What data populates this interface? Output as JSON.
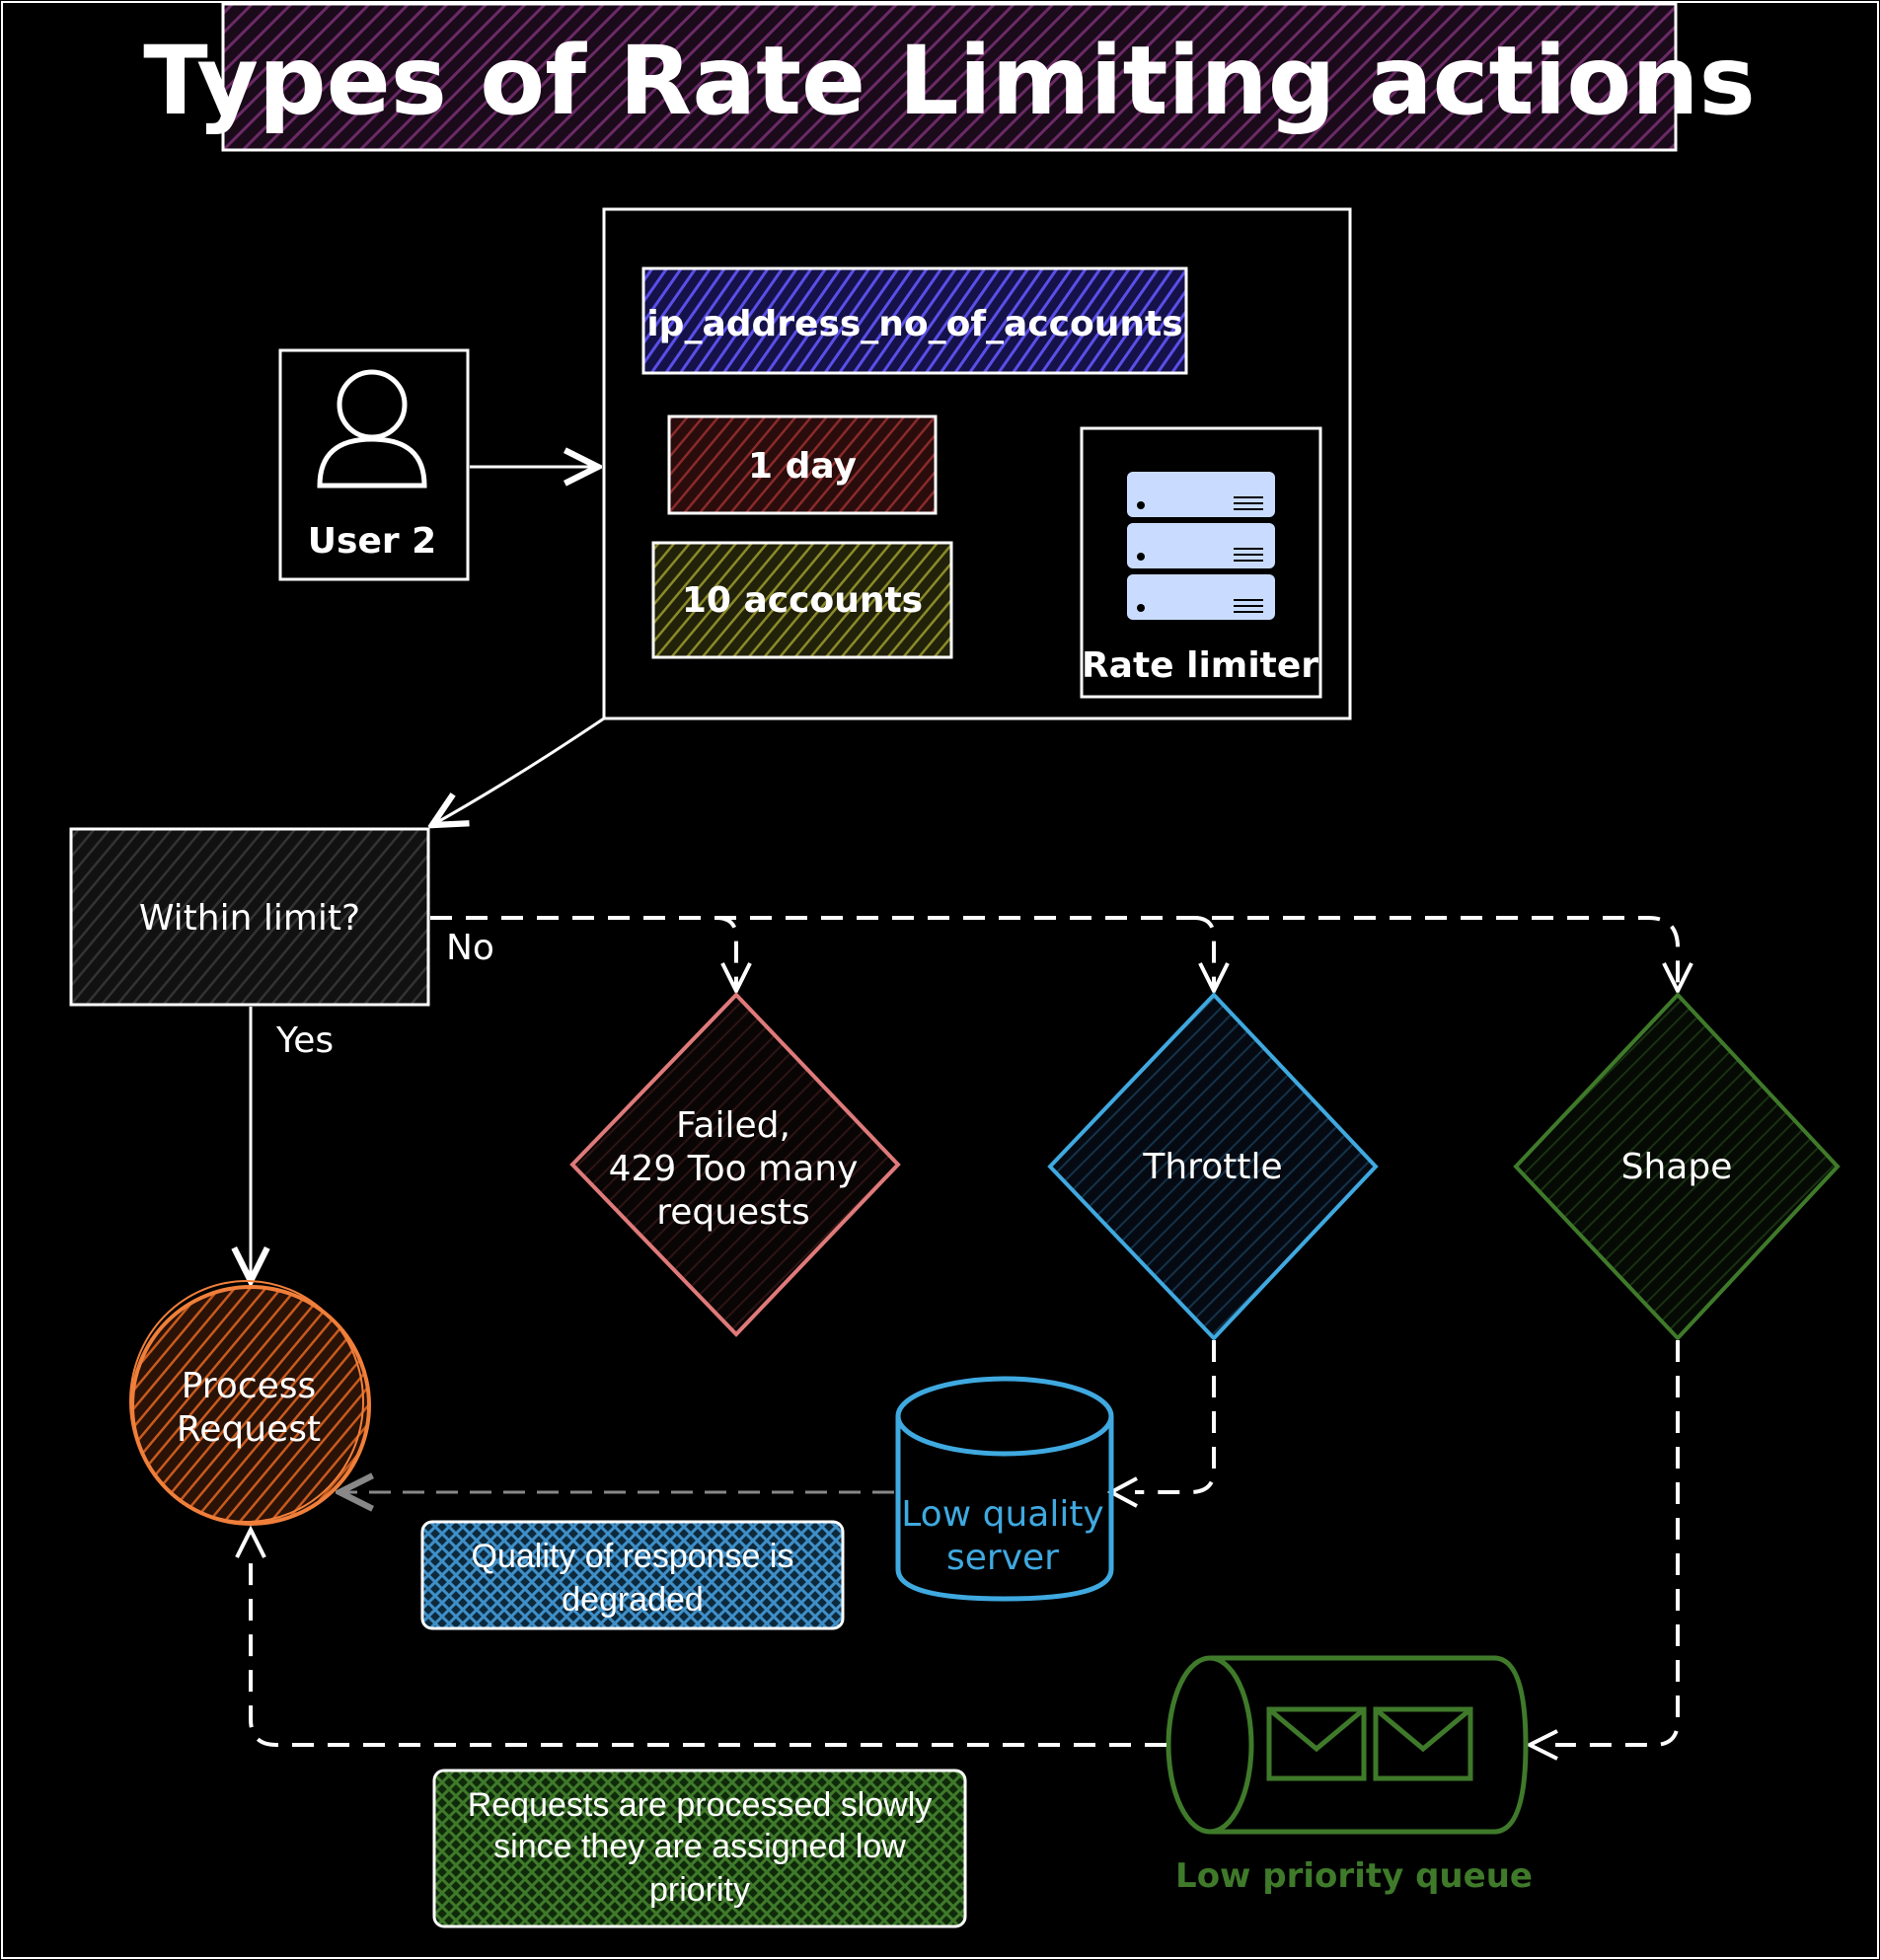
{
  "title": "Types of Rate Limiting actions",
  "user": {
    "label": "User 2"
  },
  "rule": {
    "key": "ip_address_no_of_accounts",
    "window": "1 day",
    "limit": "10 accounts"
  },
  "rate_limiter": {
    "label": "Rate limiter"
  },
  "decision": {
    "question": "Within limit?",
    "no_label": "No",
    "yes_label": "Yes"
  },
  "actions": {
    "failed": {
      "line1": "Failed,",
      "line2": "429 Too many",
      "line3": "requests"
    },
    "throttle": {
      "label": "Throttle"
    },
    "shape": {
      "label": "Shape"
    }
  },
  "process": {
    "line1": "Process",
    "line2": "Request"
  },
  "low_quality_server": {
    "line1": "Low quality",
    "line2": "server"
  },
  "degraded_note": {
    "line1": "Quality of response is",
    "line2": "degraded"
  },
  "low_priority_queue": {
    "label": "Low priority queue"
  },
  "slow_note": {
    "line1": "Requests are processed slowly",
    "line2": "since they are assigned low",
    "line3": "priority"
  },
  "colors": {
    "title_fill": "#3b1538",
    "key_fill": "#4a3fd0",
    "window_fill": "#6e1f1f",
    "limit_fill": "#7a7a1e",
    "server_fill": "#c9dcff",
    "failed_stroke": "#e07a7a",
    "throttle_stroke": "#3fa9e0",
    "shape_stroke": "#3f7a2a",
    "process_stroke": "#f07f3a",
    "degraded_fill": "#2f7fb0",
    "slow_fill": "#2f6e22"
  }
}
